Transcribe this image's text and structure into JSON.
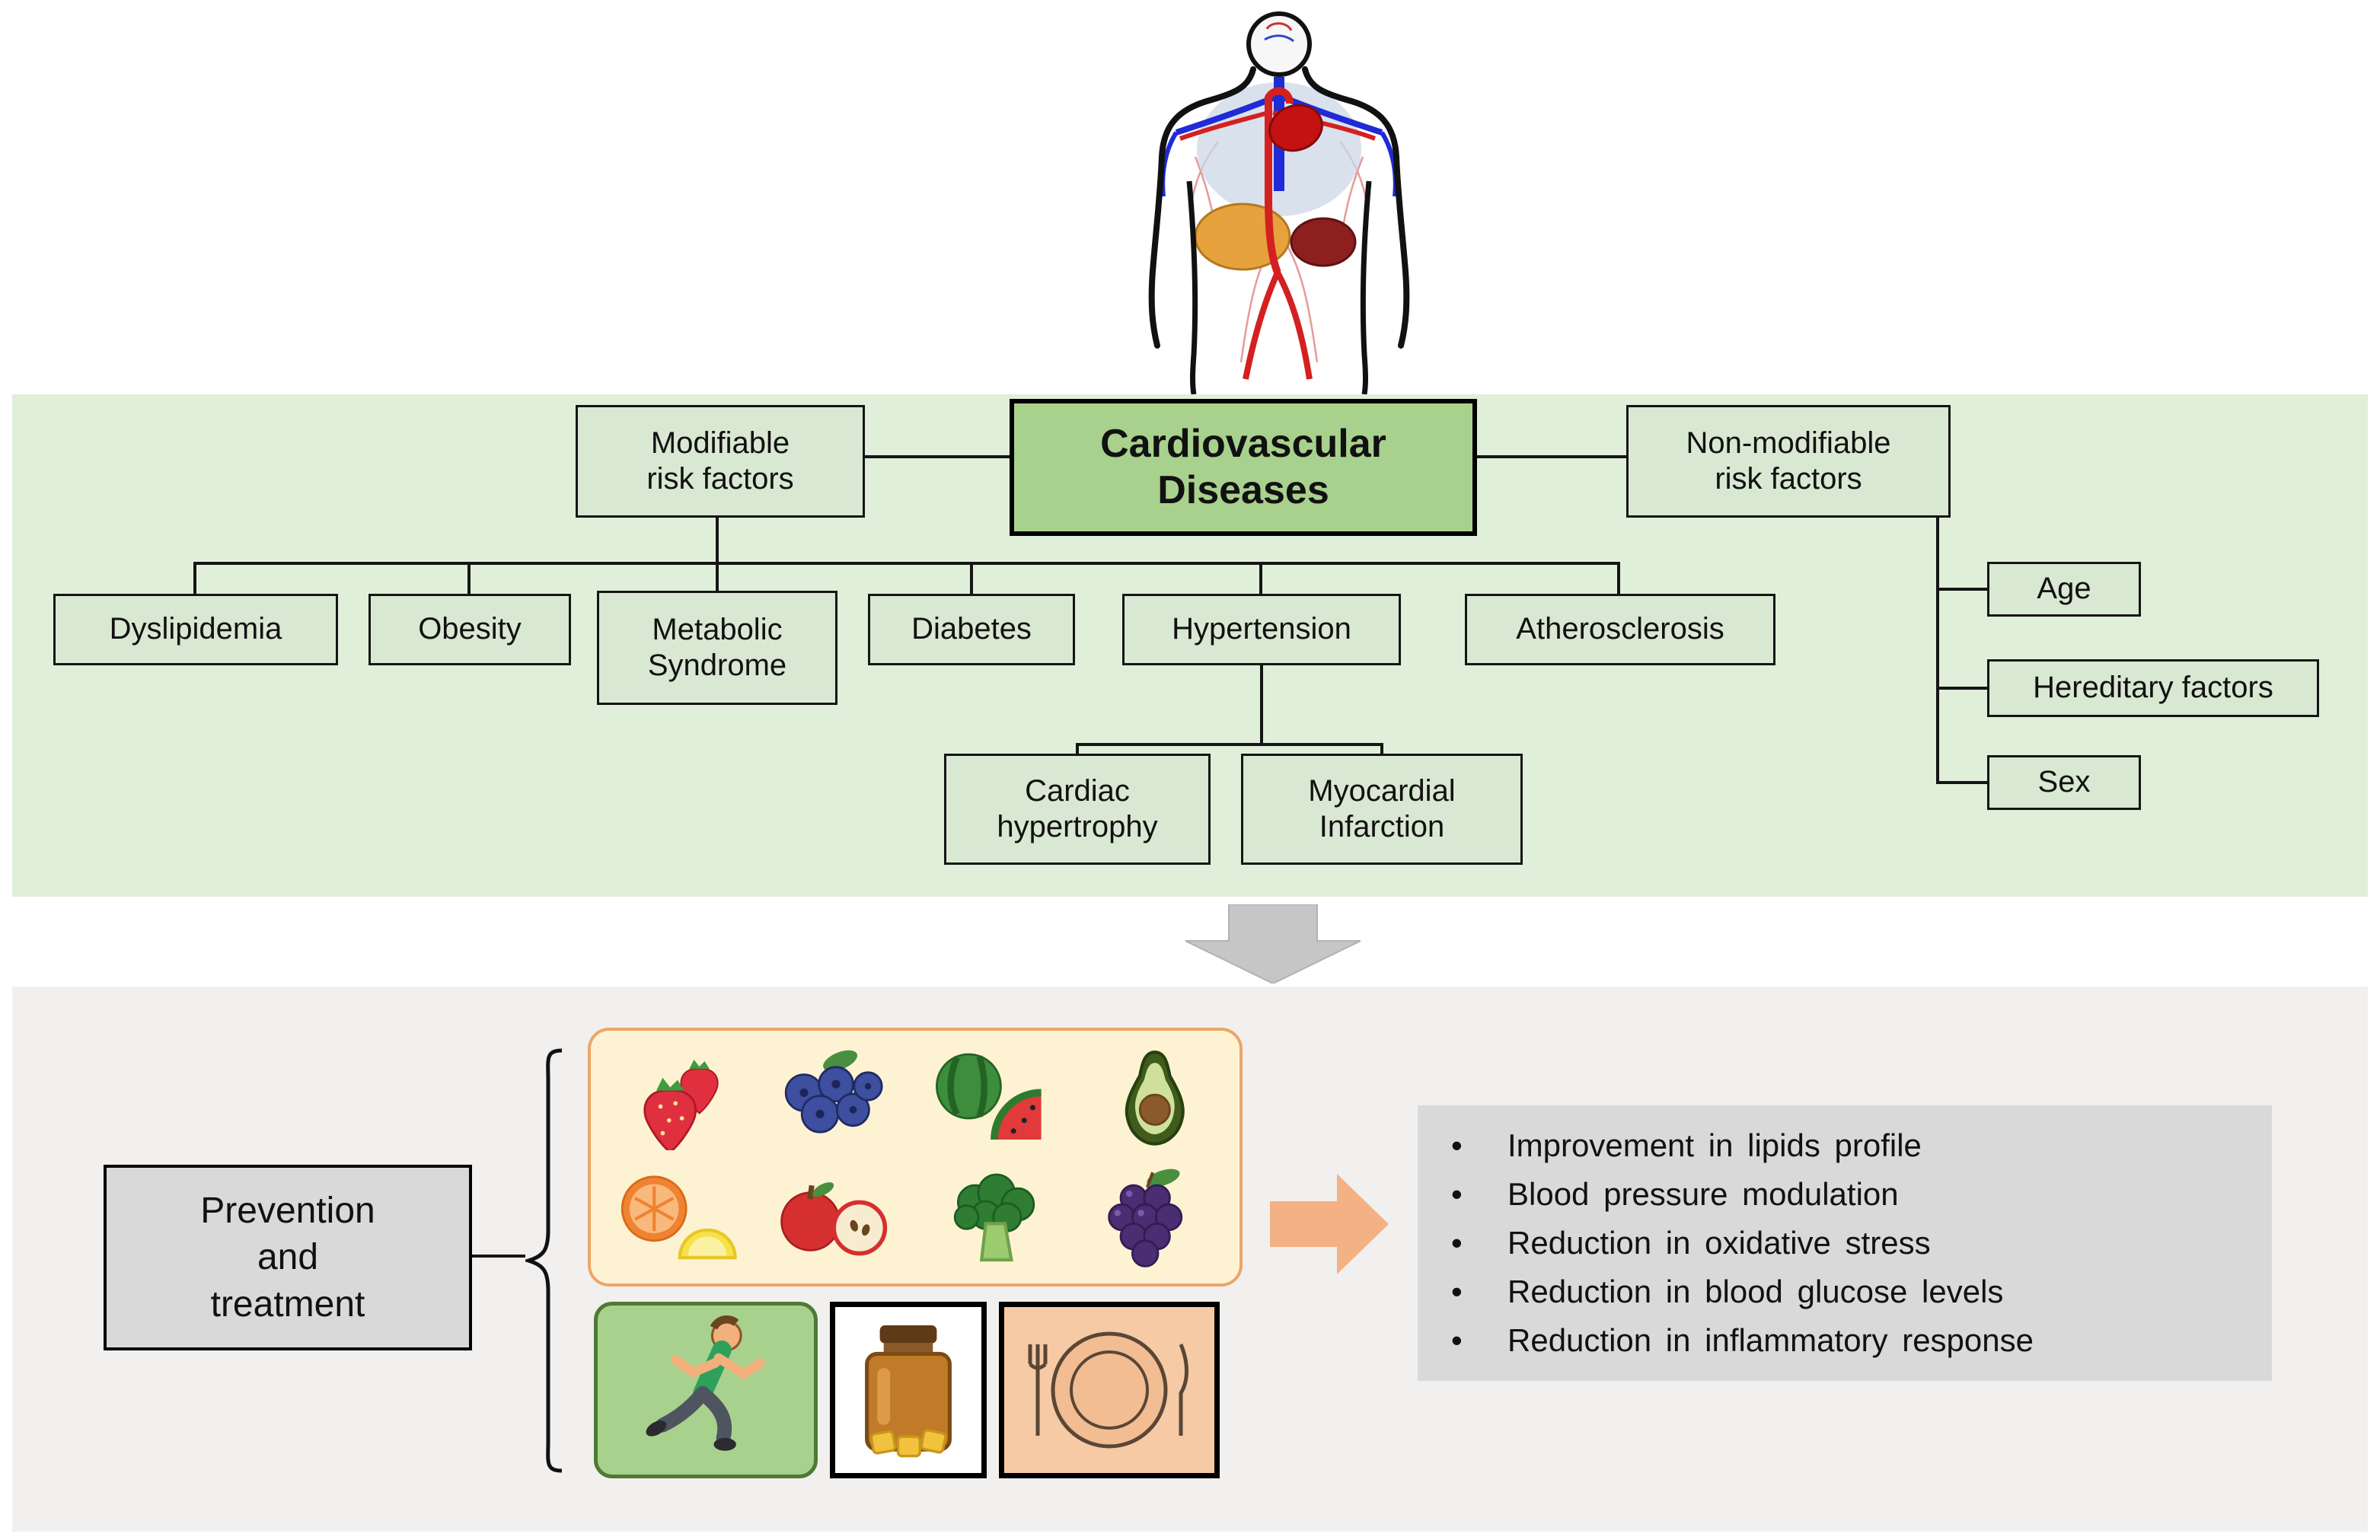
{
  "colors": {
    "risk_panel_bg": "#e0efda",
    "risk_box_bg": "#d9e8d2",
    "title_box_bg": "#a9d18e",
    "bottom_panel_bg": "#f1f0ee",
    "gray_box_bg": "#d9d9d9",
    "down_arrow": "#c6c6c6",
    "right_arrow": "#f4b183",
    "fruit_panel_bg": "#fdf3d3",
    "fruit_panel_border": "#eca568"
  },
  "figure": {
    "top_illustration": "human-circulatory-system"
  },
  "diagram": {
    "title": "Cardiovascular\nDiseases",
    "modifiable_label": "Modifiable\nrisk factors",
    "non_modifiable_label": "Non-modifiable\nrisk factors",
    "modifiable_items": [
      "Dyslipidemia",
      "Obesity",
      "Metabolic\nSyndrome",
      "Diabetes",
      "Hypertension",
      "Atherosclerosis"
    ],
    "hypertension_children": [
      "Cardiac\nhypertrophy",
      "Myocardial\nInfarction"
    ],
    "non_modifiable_items": [
      "Age",
      "Hereditary factors",
      "Sex"
    ]
  },
  "prevention": {
    "label": "Prevention\nand\ntreatment",
    "fruit_icons": [
      "strawberries",
      "blueberries",
      "watermelon",
      "avocado",
      "grapefruit-lemon",
      "apple",
      "broccoli",
      "grapes"
    ],
    "lifestyle_icons": [
      "exercise-running",
      "supplement-jar",
      "healthy-plate"
    ],
    "benefits": [
      "Improvement in lipids profile",
      "Blood pressure modulation",
      "Reduction in oxidative stress",
      "Reduction in blood glucose levels",
      "Reduction in inflammatory response"
    ]
  }
}
